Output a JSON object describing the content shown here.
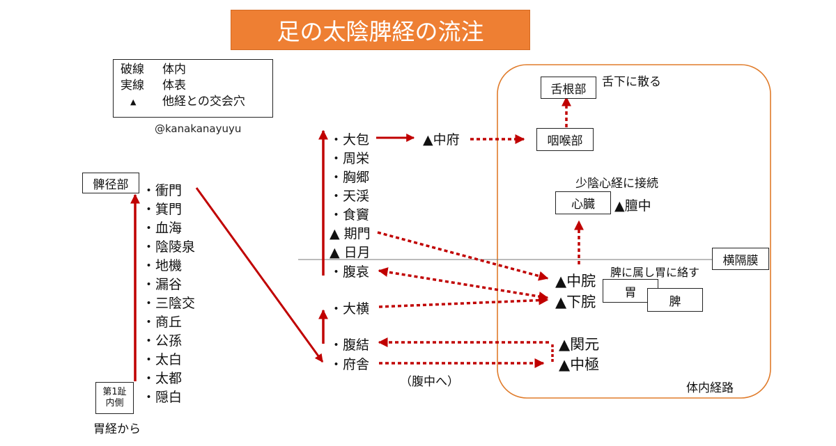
{
  "title": "足の太陰脾経の流注",
  "legend": {
    "dashed_key": "破線",
    "dashed_val": "体内",
    "solid_key": "実線",
    "solid_val": "体表",
    "tri_key": "▲",
    "tri_val": "他経との交会穴"
  },
  "credit": "@kanakanayuyu",
  "boxes": {
    "start": "第1趾\n内側",
    "thigh_region": "髀径部",
    "diaphragm": "横隔膜",
    "tongue_root": "舌根部",
    "throat": "咽喉部",
    "heart": "心臓",
    "stomach": "胃",
    "spleen": "脾"
  },
  "labels": {
    "from_stomach_meridian": "胃経から",
    "tongue_scatter": "舌下に散る",
    "shaoyin_connect": "少陰心経に接続",
    "spleen_stomach": "脾に属し胃に絡す",
    "abdomen_inner": "（腹中へ）",
    "internal_route": "体内経路"
  },
  "leg_points": [
    "・衝門",
    "・箕門",
    "・血海",
    "・陰陵泉",
    "・地機",
    "・漏谷",
    "・三陰交",
    "・商丘",
    "・公孫",
    "・太白",
    "・太都",
    "・隠白"
  ],
  "trunk_points": [
    "・大包",
    "・周栄",
    "・胸郷",
    "・天渓",
    "・食竇",
    "▲ 期門",
    "▲ 日月",
    "・腹哀"
  ],
  "lower_points": [
    "・大横",
    "・腹結",
    "・府舎"
  ],
  "other_points": {
    "chufu": "▲中府",
    "danchu": "▲膻中",
    "chukan": "▲中脘",
    "gekan": "▲下脘",
    "kangen": "▲関元",
    "chukyoku": "▲中極"
  },
  "colors": {
    "title_bg": "#ee7f33",
    "line": "#c00000",
    "region_border": "#e07b2a"
  }
}
